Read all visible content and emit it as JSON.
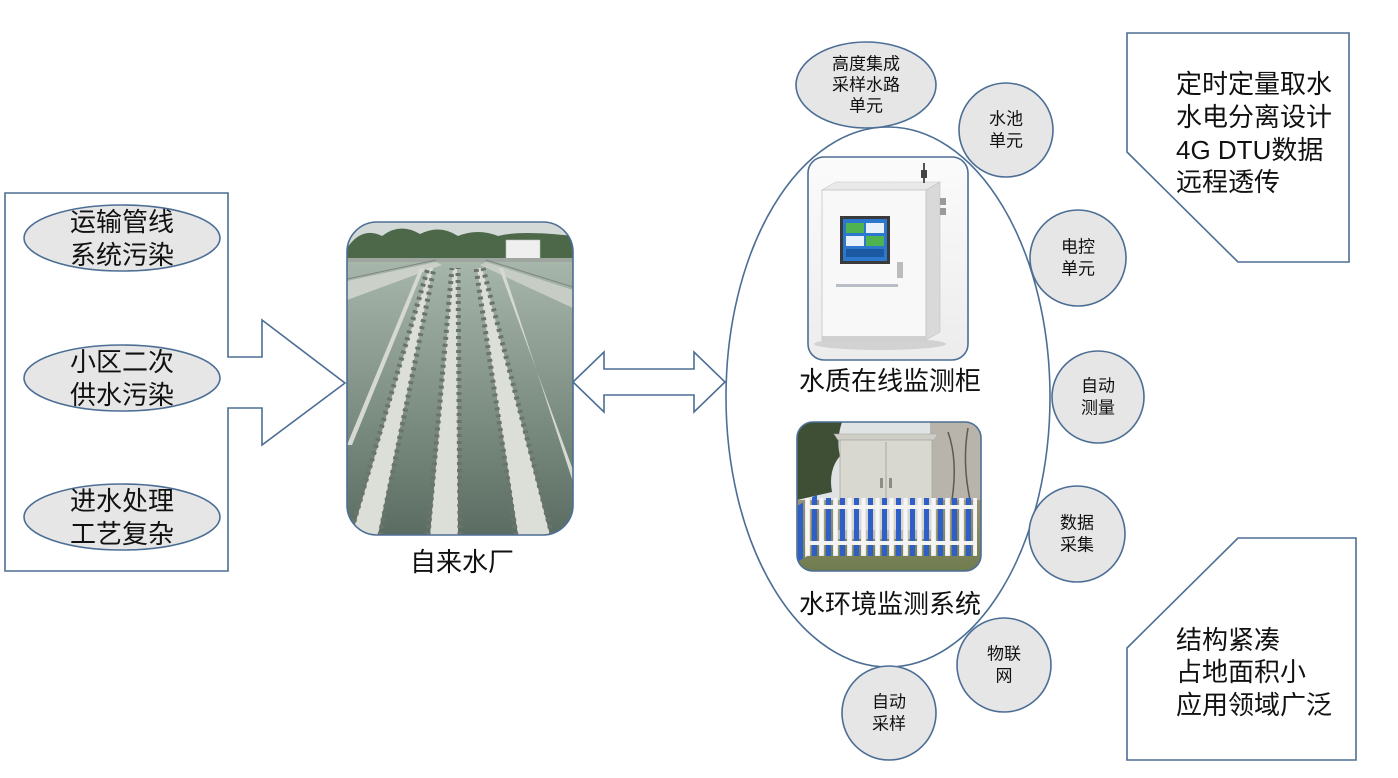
{
  "left_panel": {
    "issues": [
      {
        "lines": [
          "运输管线",
          "系统污染"
        ]
      },
      {
        "lines": [
          "小区二次",
          "供水污染"
        ]
      },
      {
        "lines": [
          "进水处理",
          "工艺复杂"
        ]
      }
    ]
  },
  "plant": {
    "label": "自来水厂"
  },
  "monitoring": {
    "cabinet_label": "水质在线监测柜",
    "system_label": "水环境监测系统",
    "features": [
      {
        "lines": [
          "高度集成",
          "采样水路",
          "单元"
        ]
      },
      {
        "lines": [
          "水池",
          "单元"
        ]
      },
      {
        "lines": [
          "电控",
          "单元"
        ]
      },
      {
        "lines": [
          "自动",
          "测量"
        ]
      },
      {
        "lines": [
          "数据",
          "采集"
        ]
      },
      {
        "lines": [
          "物联",
          "网"
        ]
      },
      {
        "lines": [
          "自动",
          "采样"
        ]
      }
    ]
  },
  "callouts": {
    "top": [
      "定时定量取水",
      "水电分离设计",
      "4G DTU数据",
      "远程透传"
    ],
    "bottom": [
      "结构紧凑",
      "占地面积小",
      "应用领域广泛"
    ]
  },
  "colors": {
    "outline": "#4c6e95",
    "bubble": "#e6e6e6",
    "ink": "#111111"
  }
}
